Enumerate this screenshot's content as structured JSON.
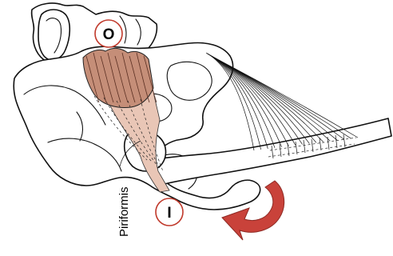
{
  "labels": {
    "muscle": "Piriformis",
    "origin_marker": "O",
    "insertion_marker": "I"
  },
  "colors": {
    "muscle_fill": "#c58e78",
    "muscle_light": "#e9c6b6",
    "marker_ring": "#c0392b",
    "rotation_arrow": "#c9423a",
    "line": "#111111"
  },
  "icons": {
    "rotation_arrow": "curved-arrow-icon"
  }
}
